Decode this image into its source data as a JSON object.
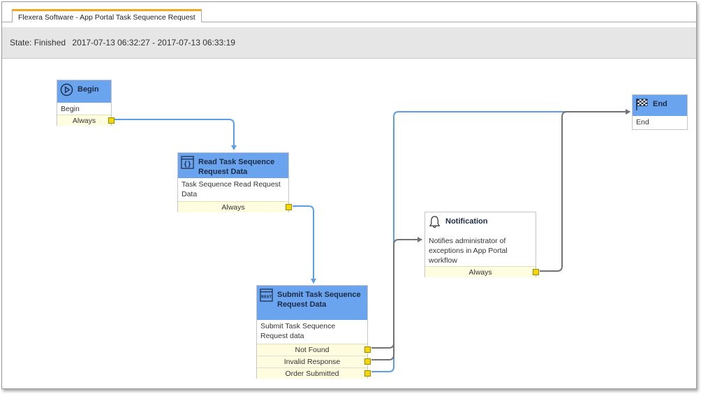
{
  "tab": {
    "label": "Flexera Software - App Portal Task Sequence Request"
  },
  "state_bar": {
    "state": "State: Finished",
    "time_range": "2017-07-13 06:32:27 - 2017-07-13 06:33:19"
  },
  "colors": {
    "header": "#6aa3ee",
    "port_bg": "#fffde0",
    "handle": "#f5d60a",
    "edge_active": "#5b9ee8",
    "edge_inactive": "#737373",
    "tab_accent": "#f5a623"
  },
  "nodes": {
    "begin": {
      "title": "Begin",
      "description": "Begin",
      "ports": [
        "Always"
      ],
      "icon": "play-circle-icon"
    },
    "read": {
      "title": "Read Task Sequence Request Data",
      "description": "Task Sequence Read Request Data",
      "ports": [
        "Always"
      ],
      "icon": "code-braces-icon"
    },
    "submit": {
      "title": "Submit Task Sequence Request Data",
      "description": "Submit Task Sequence Request data",
      "ports": [
        "Not Found",
        "Invalid Response",
        "Order Submitted"
      ],
      "icon": "rest-api-icon"
    },
    "notification": {
      "title": "Notification",
      "description": "Notifies administrator of exceptions in App Portal workflow",
      "ports": [
        "Always"
      ],
      "icon": "bell-icon"
    },
    "end": {
      "title": "End",
      "description": "End",
      "icon": "checkered-flag-icon"
    }
  }
}
